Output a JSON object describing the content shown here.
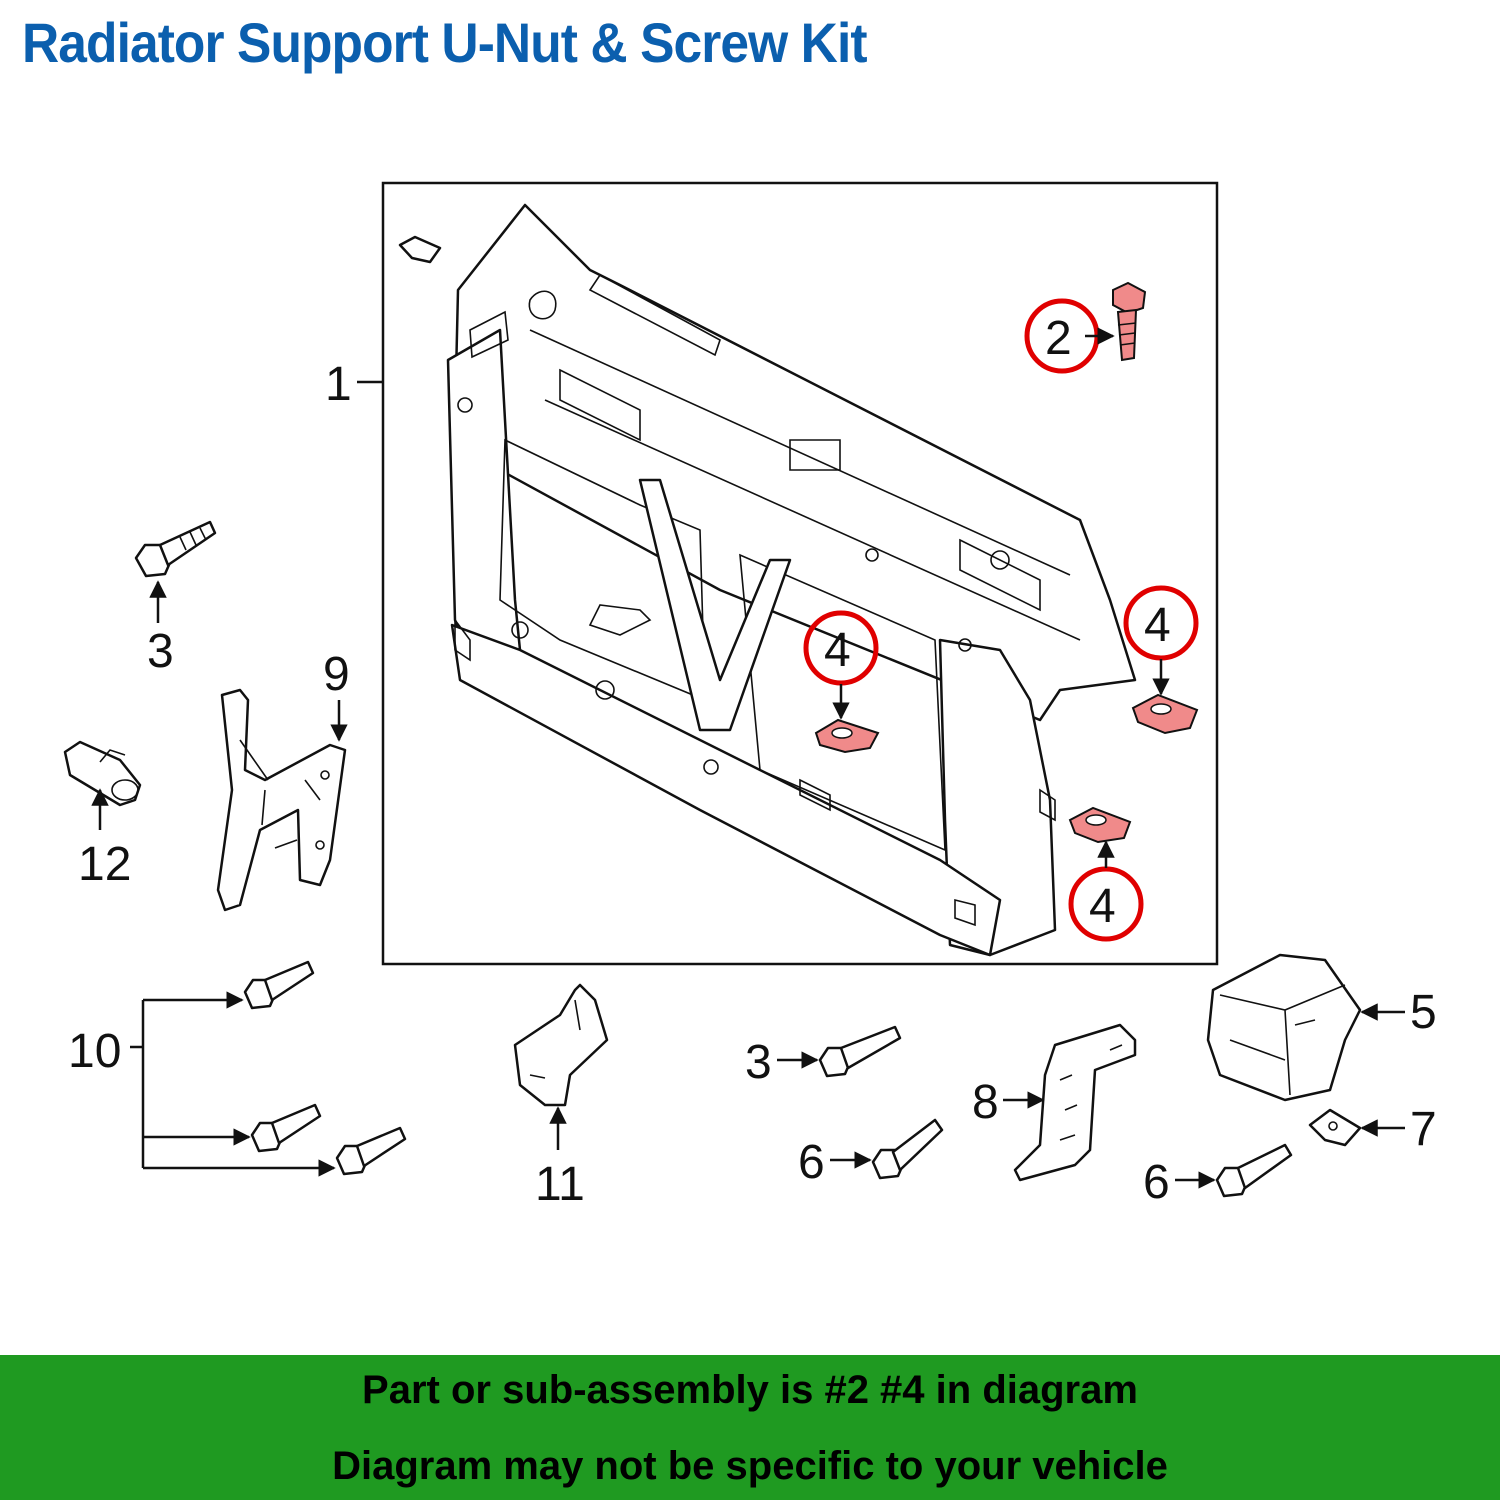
{
  "title": "Radiator Support  U-Nut & Screw Kit",
  "colors": {
    "title": "#0b5fae",
    "banner": "#1f9a21",
    "highlight_ring": "#e00000",
    "highlight_part": "#f08a8a"
  },
  "callouts": {
    "c1": "1",
    "c2": "2",
    "c3a": "3",
    "c3b": "3",
    "c4a": "4",
    "c4b": "4",
    "c4c": "4",
    "c5": "5",
    "c6a": "6",
    "c6b": "6",
    "c7": "7",
    "c8": "8",
    "c9": "9",
    "c10": "10",
    "c11": "11",
    "c12": "12"
  },
  "banner": {
    "line1": "Part or sub-assembly is #2 #4 in diagram",
    "line2": "Diagram may not be specific to your vehicle"
  }
}
